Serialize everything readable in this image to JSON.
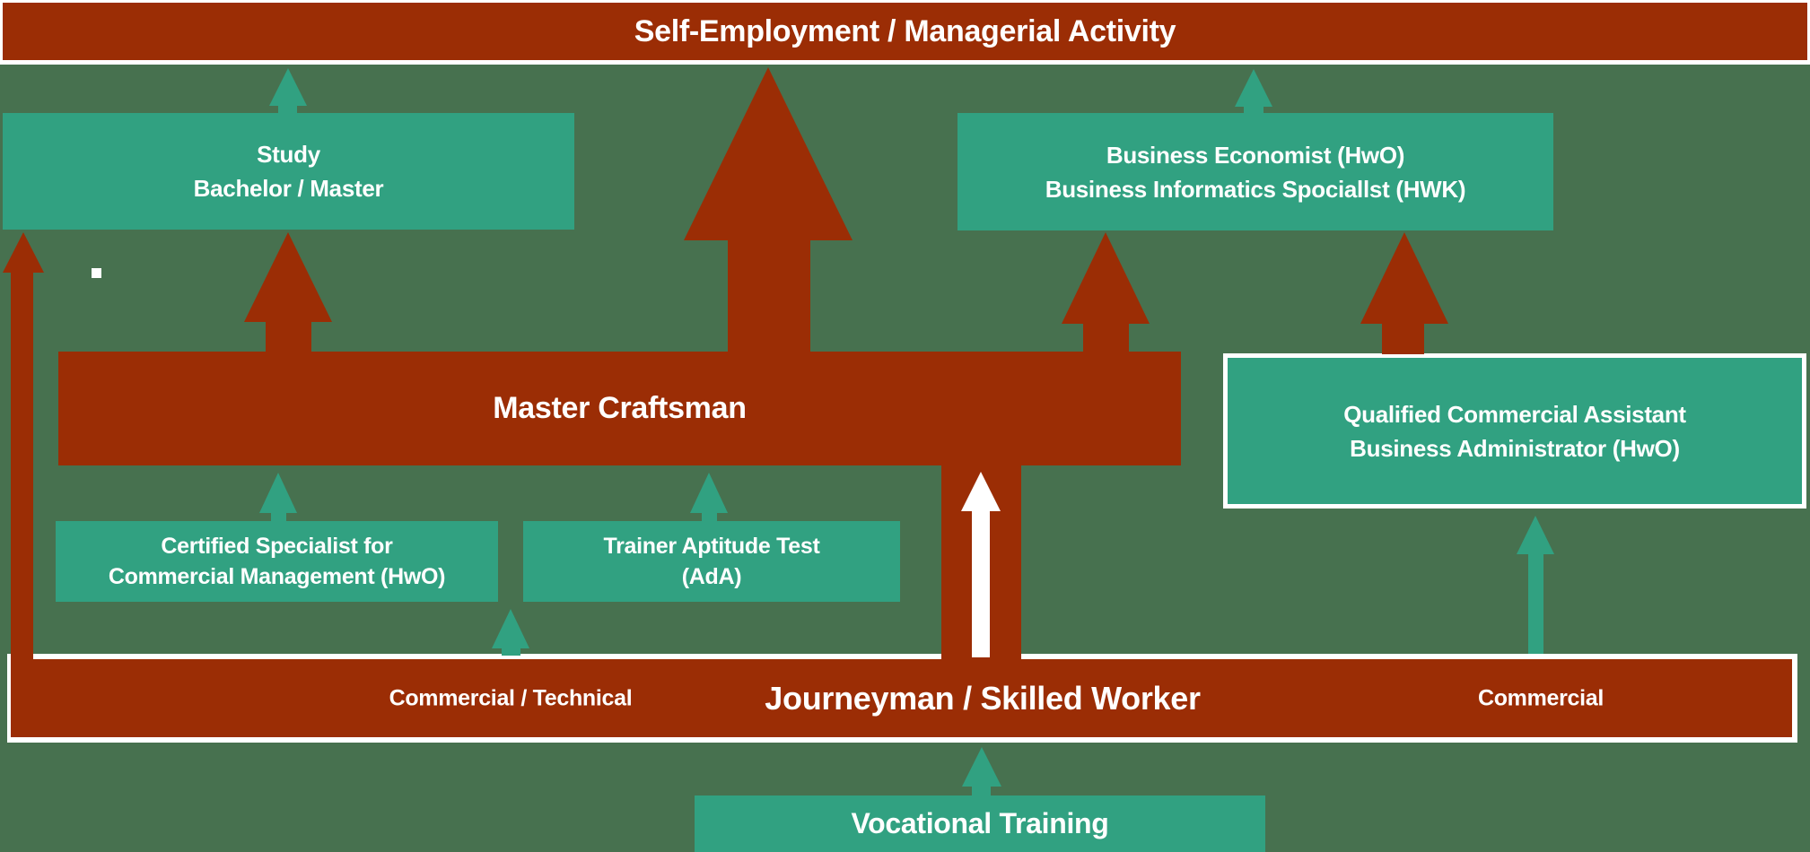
{
  "colors": {
    "brick_red": "#9B2D05",
    "teal": "#31A181",
    "background_green": "#47714F",
    "white": "#FFFFFF"
  },
  "top_bar": {
    "label": "Self-Employment / Managerial Activity"
  },
  "boxes": {
    "study": {
      "line1": "Study",
      "line2": "Bachelor / Master"
    },
    "business_economist": {
      "line1": "Business Economist (HwO)",
      "line2": "Business Informatics Spociallst (HWK)"
    },
    "master_craftsman": {
      "label": "Master Craftsman"
    },
    "qualified_commercial_assistant": {
      "line1": "Qualified Commercial Assistant",
      "line2": "Business Administrator (HwO)"
    },
    "certified_specialist": {
      "line1": "Certified Specialist for",
      "line2": "Commercial Management (HwO)"
    },
    "trainer_aptitude": {
      "line1": "Trainer Aptitude Test",
      "line2": "(AdA)"
    },
    "journeyman_bar": {
      "left_label": "Commercial / Technical",
      "center_label": "Journeyman / Skilled Worker",
      "right_label": "Commercial"
    },
    "vocational_training": {
      "label": "Vocational Training"
    }
  }
}
